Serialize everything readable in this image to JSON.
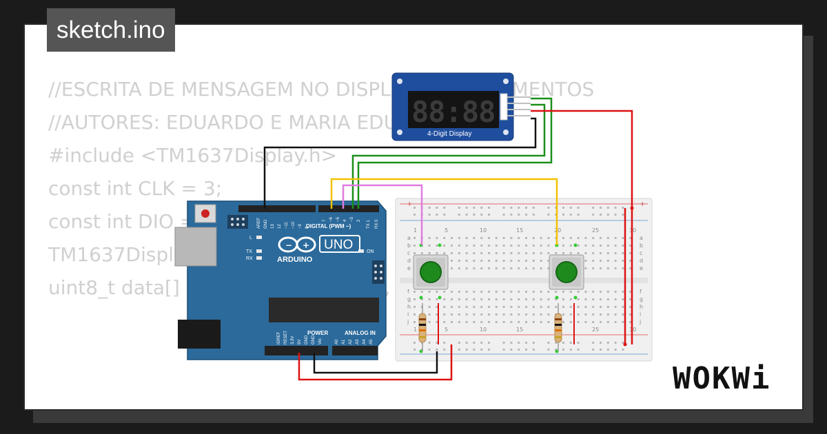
{
  "project": {
    "filename": "sketch.ino"
  },
  "code_lines": [
    "//ESCRITA DE MENSAGEM NO DISPLAY DE 7 SEGMENTOS",
    "//AUTORES: EDUARDO E MARIA EDUARDA",
    "",
    "#include <TM1637Display.h>",
    "",
    "const int CLK = 3;",
    "const int DIO = 4;",
    "",
    "TM1637Display display(CLK, DIO);",
    "",
    "uint8_t data[] = {0x3f, 0x06, 0x5b, 0x4f};"
  ],
  "display_module": {
    "label": "4-Digit Display",
    "digits": "88:88"
  },
  "arduino": {
    "model": "UNO",
    "brand": "ARDUINO",
    "digital_header": "DIGITAL (PWM ~)",
    "power_header": "POWER",
    "analog_header": "ANALOG IN",
    "label_on": "ON",
    "label_l": "L",
    "label_tx": "TX",
    "label_rx": "RX",
    "top_pins": [
      "AREF",
      "GND",
      "13",
      "12",
      "~11",
      "~10",
      "~9",
      "8",
      "7",
      "~6",
      "~5",
      "4",
      "~3",
      "2",
      "TX 1",
      "RX 0"
    ],
    "power_pins": [
      "IOREF",
      "RESET",
      "3.3V",
      "5V",
      "GND",
      "GND",
      "Vin"
    ],
    "analog_pins": [
      "A0",
      "A1",
      "A2",
      "A3",
      "A4",
      "A5"
    ]
  },
  "breadboard": {
    "column_numbers": [
      "1",
      "5",
      "10",
      "15",
      "20",
      "25",
      "30"
    ],
    "row_letters_top": [
      "a",
      "b",
      "c",
      "d",
      "e"
    ],
    "row_letters_bottom": [
      "f",
      "g",
      "h",
      "i",
      "j"
    ]
  },
  "brand": {
    "name": "WOKWi"
  },
  "colors": {
    "wire_black": "#111111",
    "wire_green": "#1a8f1a",
    "wire_red": "#dd1111",
    "wire_yellow": "#f2c200",
    "wire_pink": "#e07ae0",
    "board_blue": "#2b6a9b",
    "display_blue": "#1f4e9e",
    "button_green": "#1e8a1e"
  }
}
